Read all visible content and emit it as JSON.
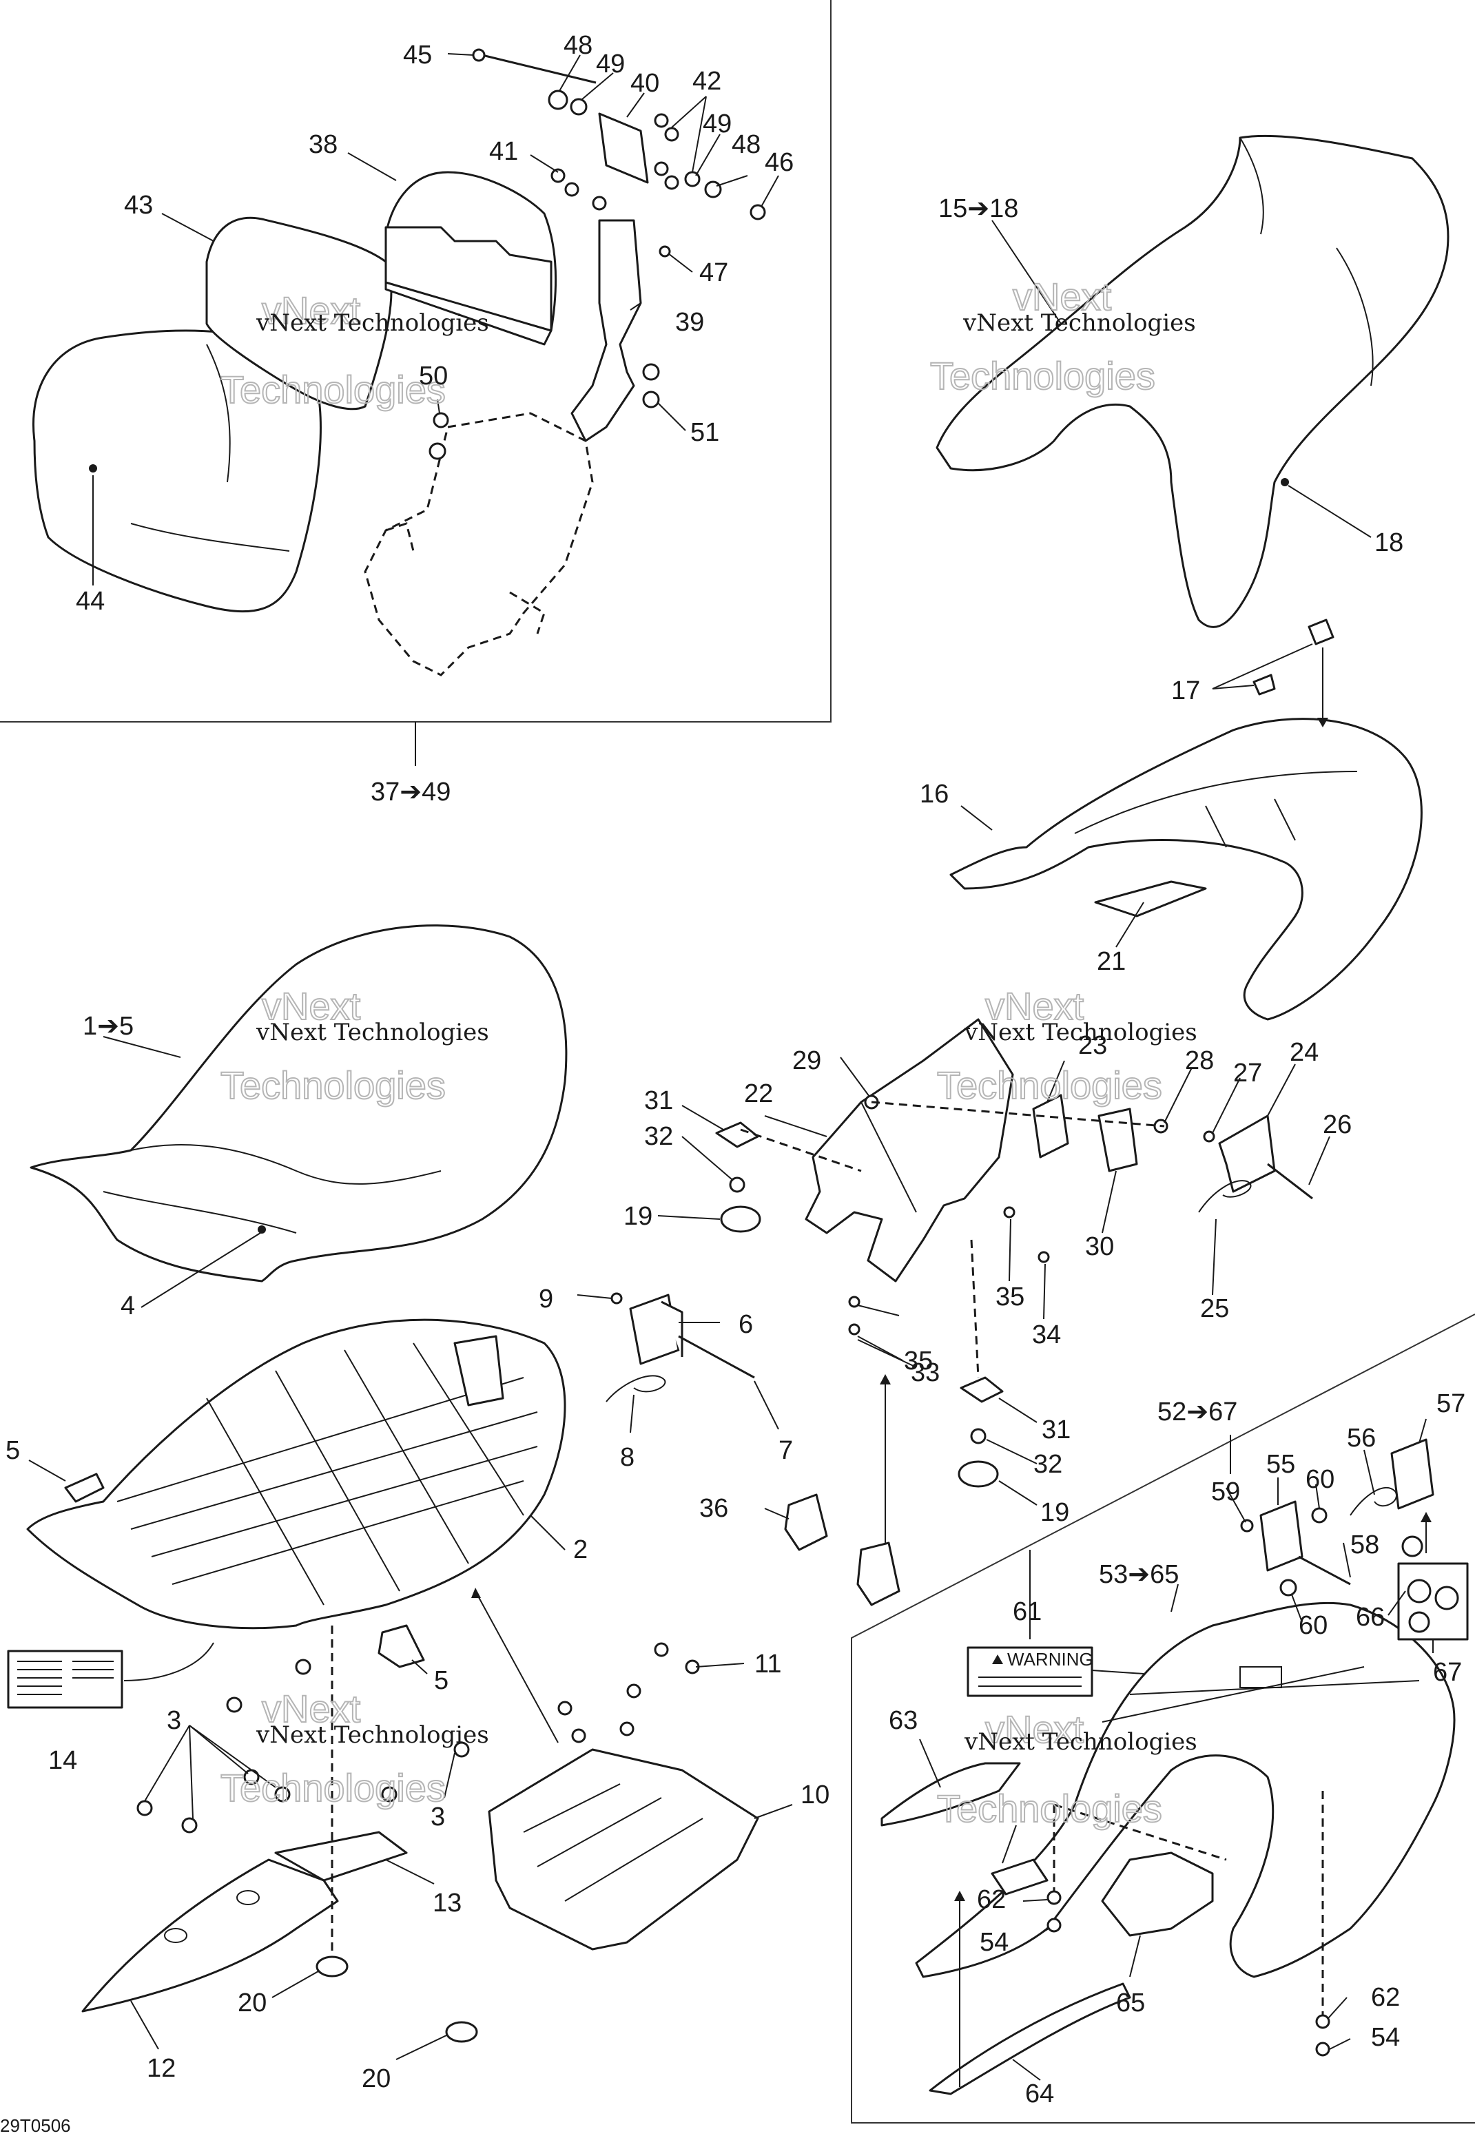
{
  "diagram_code": "29T0506",
  "watermark": {
    "line1": "vNext Technologies",
    "line2": "vNext",
    "line3": "Technologies"
  },
  "labels": {
    "c45": "45",
    "c48a": "48",
    "c49a": "49",
    "c40": "40",
    "c42": "42",
    "c38": "38",
    "c41": "41",
    "c49b": "49",
    "c48b": "48",
    "c46": "46",
    "c43": "43",
    "c47": "47",
    "c39": "39",
    "c50": "50",
    "c51": "51",
    "c44": "44",
    "c37_49": "37➔49",
    "c15_18": "15➔18",
    "c18": "18",
    "c17": "17",
    "c16": "16",
    "c21": "21",
    "c1_5": "1➔5",
    "c4": "4",
    "c29": "29",
    "c23": "23",
    "c28": "28",
    "c27": "27",
    "c24": "24",
    "c31a": "31",
    "c22": "22",
    "c32a": "32",
    "c26": "26",
    "c19a": "19",
    "c30": "30",
    "c35a": "35",
    "c34": "34",
    "c25": "25",
    "c9": "9",
    "c6": "6",
    "c35b": "35",
    "c33": "33",
    "c7": "7",
    "c8": "8",
    "c31b": "31",
    "c32b": "32",
    "c19b": "19",
    "c5a": "5",
    "c2": "2",
    "c36": "36",
    "c11": "11",
    "c5b": "5",
    "c3a": "3",
    "c3b": "3",
    "c14": "14",
    "c10": "10",
    "c13": "13",
    "c20a": "20",
    "c12": "12",
    "c20b": "20",
    "c52_67": "52➔67",
    "c57": "57",
    "c56": "56",
    "c55": "55",
    "c60a": "60",
    "c59": "59",
    "c58": "58",
    "c53_65": "53➔65",
    "c60b": "60",
    "c66": "66",
    "c61": "61",
    "c67": "67",
    "c63": "63",
    "c62a": "62",
    "c54a": "54",
    "c65": "65",
    "c62b": "62",
    "c54b": "54",
    "c64": "64"
  },
  "warning_label": {
    "title": "WARNING"
  }
}
